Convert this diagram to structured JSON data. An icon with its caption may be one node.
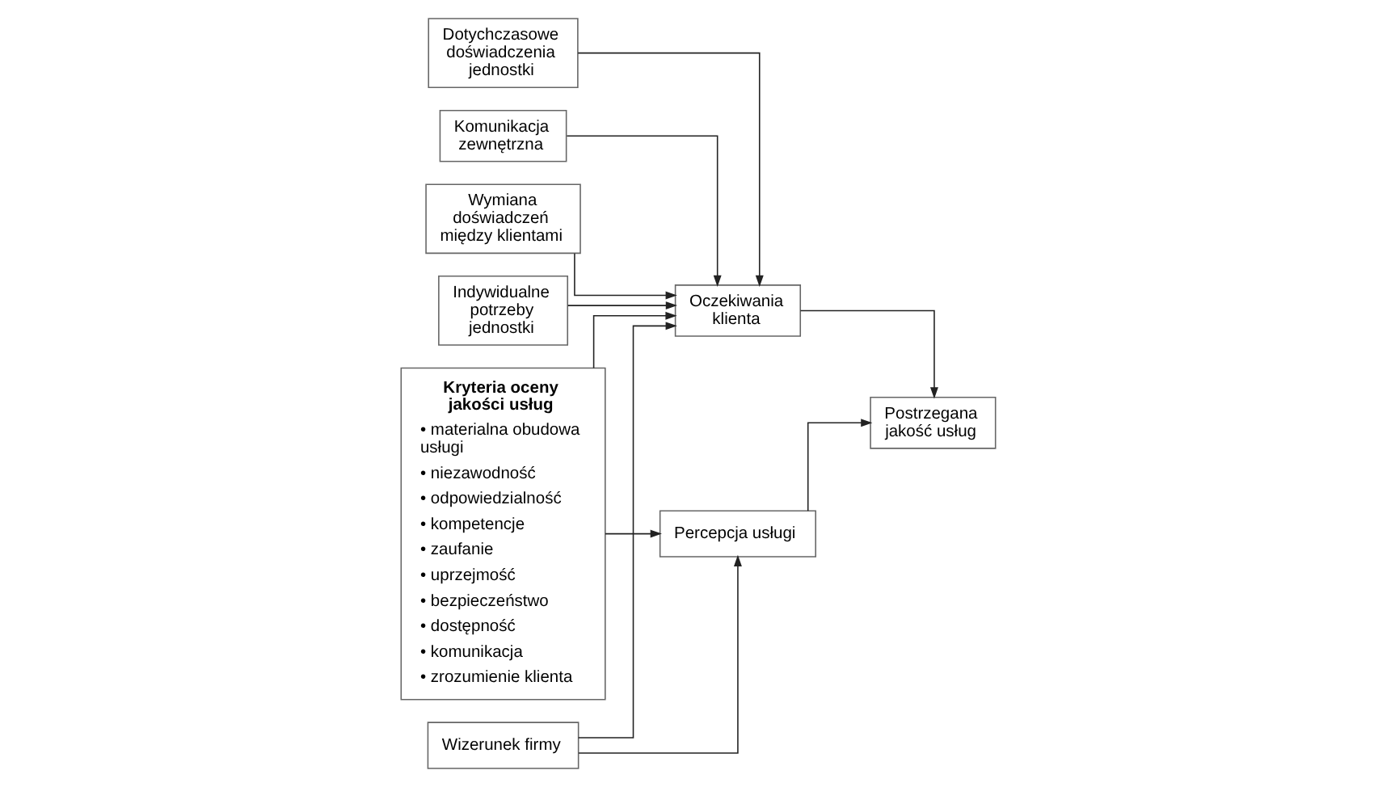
{
  "diagram": {
    "nodes": [
      {
        "text": [
          "Kryteria oceny jakości usług",
          "• materialna obudowa usługi",
          "• niezawodność",
          "• odpowiedzialność",
          "• kompetencje",
          "• zaufanie",
          "• uprzejmość",
          "• bezpieczeństwo",
          "• dostępność",
          "• komunikacja",
          "• zrozumienie klienta"
        ]
      },
      {
        "text": [
          "Wymiana doświadczeń między klientami"
        ]
      },
      {
        "text": [
          "Indywidualne potrzeby jednostki"
        ]
      },
      {
        "text": [
          "Dotychczasowe doświadczenia jednostki"
        ]
      },
      {
        "text": [
          "Komunikacja zewnętrzna"
        ]
      },
      {
        "text": [
          "Oczekiwania klienta"
        ]
      },
      {
        "text": [
          "Wizerunek firmy"
        ]
      },
      {
        "text": [
          "Postrzegana jakość usług"
        ]
      },
      {
        "text": [
          "Percepcja usługi"
        ]
      }
    ],
    "edges": [
      {
        "from": 1,
        "to": 5,
        "arrow": "to"
      },
      {
        "from": 2,
        "to": 5,
        "arrow": "to"
      },
      {
        "from": 3,
        "to": 5,
        "arrow": "to"
      },
      {
        "from": 4,
        "to": 5,
        "arrow": "to"
      },
      {
        "from": 0,
        "to": 5,
        "arrow": "to"
      },
      {
        "from": 0,
        "to": 8,
        "arrow": "to"
      },
      {
        "from": 6,
        "to": 5,
        "arrow": "to"
      },
      {
        "from": 6,
        "to": 8,
        "arrow": "to"
      },
      {
        "from": 5,
        "to": 7,
        "arrow": "to"
      },
      {
        "from": 8,
        "to": 7,
        "arrow": "to"
      }
    ]
  }
}
